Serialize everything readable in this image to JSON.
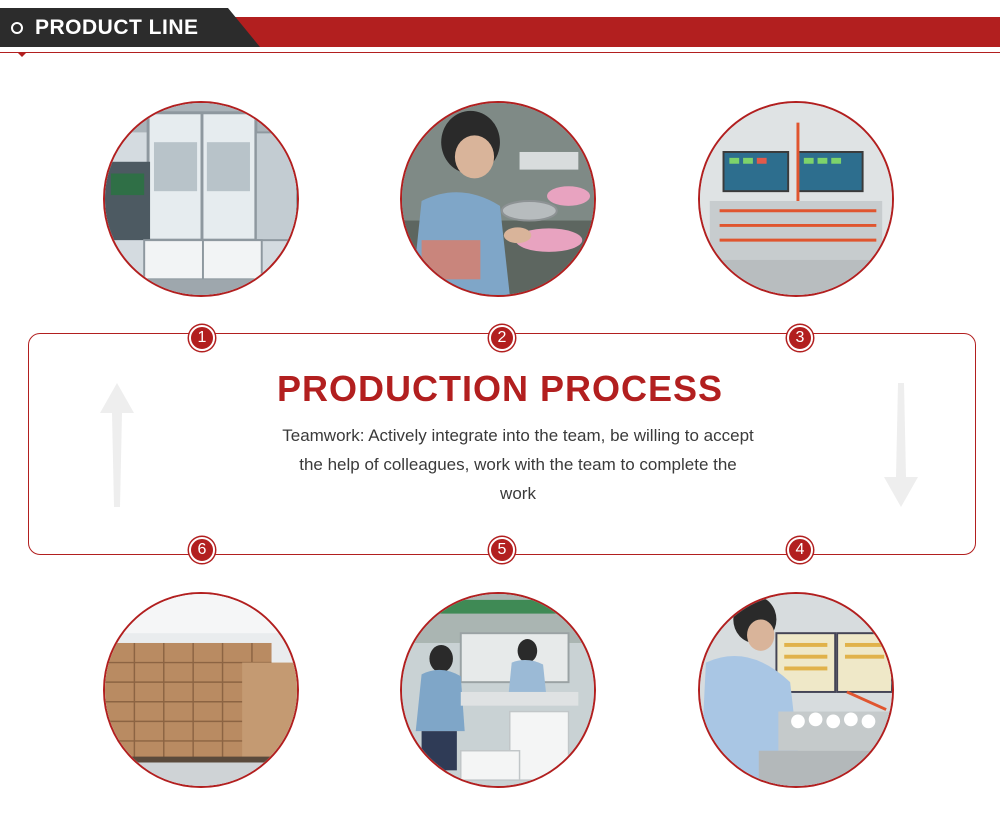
{
  "header": {
    "title": "PRODUCT LINE"
  },
  "steps": [
    {
      "number": "1"
    },
    {
      "number": "2"
    },
    {
      "number": "3"
    },
    {
      "number": "4"
    },
    {
      "number": "5"
    },
    {
      "number": "6"
    }
  ],
  "process": {
    "title": "PRODUCTION PROCESS",
    "description": "Teamwork: Actively integrate into the team, be willing to accept the help of colleagues, work with the team to complete the work"
  },
  "colors": {
    "accent": "#b21f1f",
    "header_dark": "#2c2c2c",
    "text": "#3a3a3a"
  },
  "icons": [
    "ring-icon",
    "arrow-up-icon",
    "arrow-down-icon"
  ]
}
